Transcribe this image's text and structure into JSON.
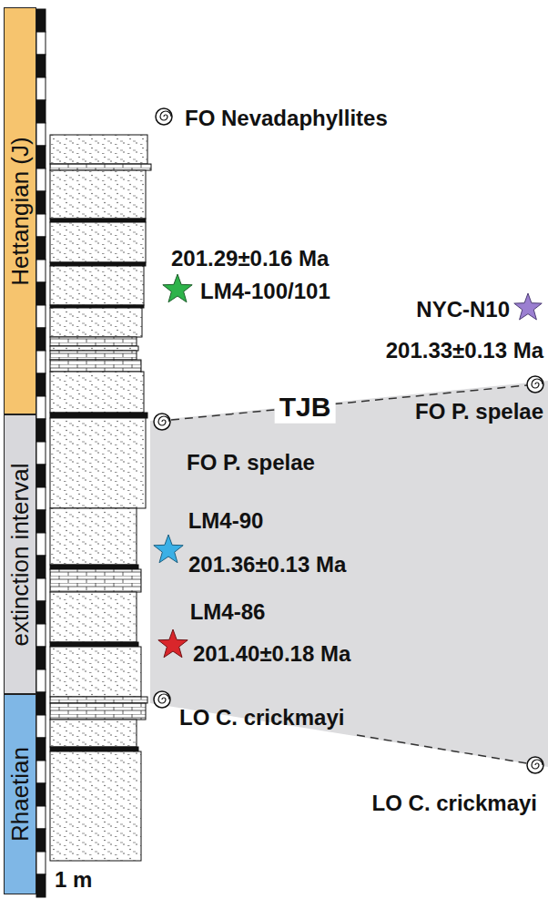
{
  "diagram": {
    "nodes": [
      {
        "text": [
          "Hettangian (J)"
        ]
      },
      {
        "text": [
          "extinction interval"
        ]
      },
      {
        "text": [
          "Rhaetian"
        ]
      }
    ],
    "labels": [
      "FO Nevadaphyllites",
      "201.29±0.16 Ma",
      "LM4-100/101",
      "NYC-N10",
      "201.33±0.13 Ma",
      "TJB",
      "FO P. spelae",
      "FO P. spelae",
      "LM4-90",
      "201.36±0.13 Ma",
      "LM4-86",
      "201.40±0.18 Ma",
      "LO C. crickmayi",
      "LO C. crickmayi",
      "1 m"
    ]
  }
}
